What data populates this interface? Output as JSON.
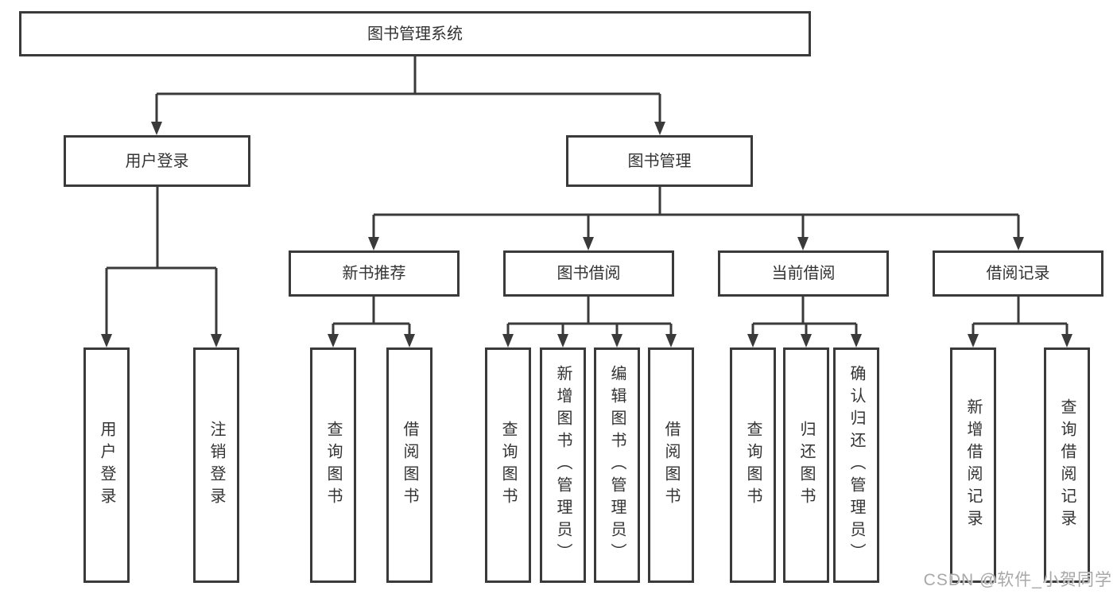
{
  "tree": {
    "root": {
      "label": "图书管理系统"
    },
    "branches": [
      {
        "label": "用户登录",
        "children": [
          {
            "label": "用户登录"
          },
          {
            "label": "注销登录"
          }
        ]
      },
      {
        "label": "图书管理",
        "children": [
          {
            "label": "新书推荐",
            "children": [
              {
                "label": "查询图书"
              },
              {
                "label": "借阅图书"
              }
            ]
          },
          {
            "label": "图书借阅",
            "children": [
              {
                "label": "查询图书"
              },
              {
                "label": "新增图书（管理员）"
              },
              {
                "label": "编辑图书（管理员）"
              },
              {
                "label": "借阅图书"
              }
            ]
          },
          {
            "label": "当前借阅",
            "children": [
              {
                "label": "查询图书"
              },
              {
                "label": "归还图书"
              },
              {
                "label": "确认归还（管理员）"
              }
            ]
          },
          {
            "label": "借阅记录",
            "children": [
              {
                "label": "新增借阅记录"
              },
              {
                "label": "查询借阅记录"
              }
            ]
          }
        ]
      }
    ]
  },
  "watermark": {
    "text": "CSDN @软件_小贺同学"
  },
  "colors": {
    "line": "#3a3a3a",
    "text": "#333333",
    "background": "#ffffff",
    "watermark": "#a8a8a8"
  }
}
